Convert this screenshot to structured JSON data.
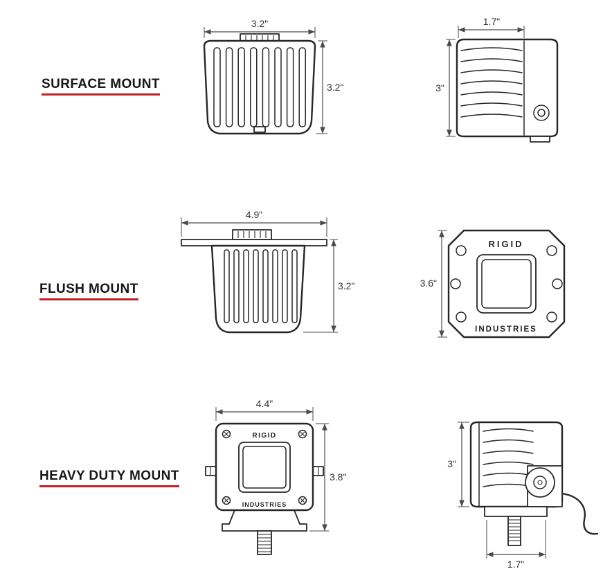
{
  "page": {
    "background": "#ffffff",
    "accent_red": "#c41e25",
    "ink": "#262626"
  },
  "sections": [
    {
      "label": "SURFACE MOUNT",
      "views": [
        {
          "name": "rear-finned",
          "dims": {
            "top": "3.2\"",
            "right": "3.2\""
          }
        },
        {
          "name": "side-profile",
          "dims": {
            "top": "1.7\"",
            "left": "3\""
          }
        }
      ]
    },
    {
      "label": "FLUSH MOUNT",
      "views": [
        {
          "name": "rear-finned-flange",
          "dims": {
            "top": "4.9\"",
            "right": "3.2\""
          }
        },
        {
          "name": "front-flange-plate",
          "dims": {
            "left": "3.6\""
          },
          "brand": {
            "top": "RIGID",
            "bottom": "INDUSTRIES"
          }
        }
      ]
    },
    {
      "label": "HEAVY DUTY MOUNT",
      "views": [
        {
          "name": "front-bracket",
          "dims": {
            "top": "4.4\"",
            "right": "3.8\""
          },
          "brand": {
            "top": "RIGID",
            "bottom": "INDUSTRIES"
          }
        },
        {
          "name": "side-bracket",
          "dims": {
            "left": "3\"",
            "bottom": "1.7\""
          }
        }
      ]
    }
  ]
}
